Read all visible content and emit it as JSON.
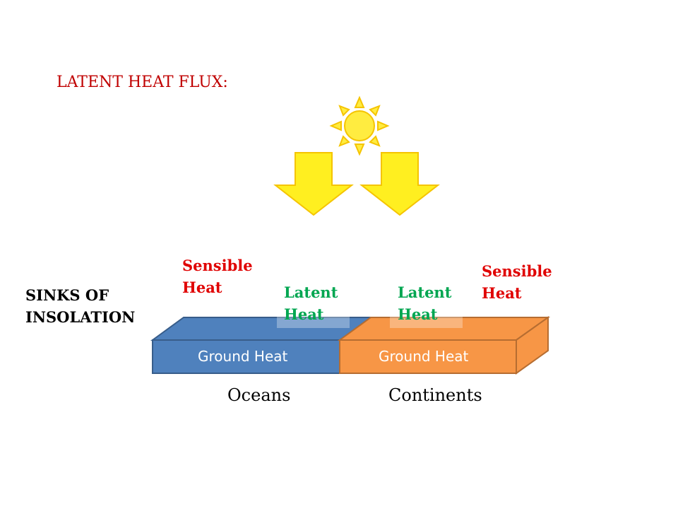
{
  "title": "LATENT HEAT FLUX:",
  "sinks_label": {
    "line1": "SINKS OF",
    "line2": "INSOLATION"
  },
  "oceans_block": {
    "sensible_heat": {
      "line1": "Sensible",
      "line2": "Heat"
    },
    "latent_heat": {
      "line1": "Latent",
      "line2": "Heat"
    },
    "ground_heat": "Ground Heat",
    "label": "Oceans"
  },
  "continents_block": {
    "sensible_heat": {
      "line1": "Sensible",
      "line2": "Heat"
    },
    "latent_heat": {
      "line1": "Latent",
      "line2": "Heat"
    },
    "ground_heat": "Ground Heat",
    "label": "Continents"
  },
  "icons": [
    "sun-icon",
    "down-arrow-icon",
    "down-arrow-icon"
  ],
  "colors": {
    "title": "#c00000",
    "sensible": "#e00000",
    "latent": "#00a651",
    "ocean": "#4f81bd",
    "continent": "#f79646",
    "sun": "#ffec40",
    "sun_outline": "#f5c400"
  }
}
